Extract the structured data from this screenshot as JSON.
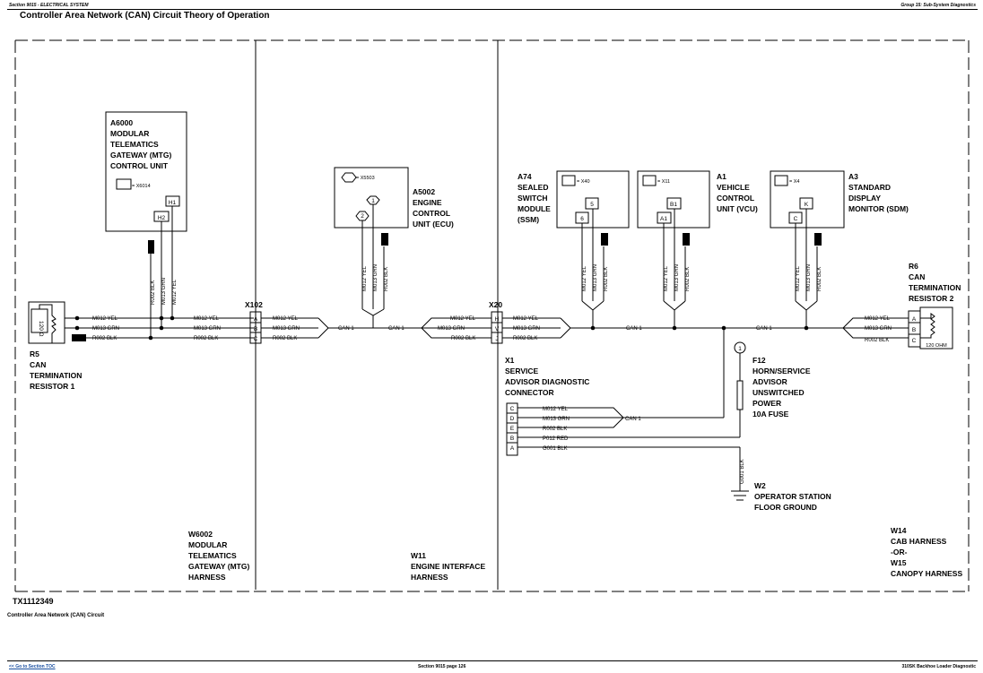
{
  "header": {
    "left": "Section 9015 - ELECTRICAL SYSTEM",
    "right": "Group 15: Sub-System Diagnostics"
  },
  "title": "Controller Area Network (CAN) Circuit Theory of Operation",
  "figure_id": "TX1112349",
  "caption": "Controller Area Network (CAN) Circuit",
  "footer": {
    "left": "<< Go to Section TOC",
    "center": "Section 9015 page 126",
    "right": "310SK Backhoe Loader Diagnostic"
  },
  "wire_names": {
    "yel": "M012 YEL",
    "grn": "M013 GRN",
    "blk": "R002 BLK",
    "red": "P012 RED",
    "gnd": "G001 BLK",
    "can1": "CAN 1"
  },
  "components": {
    "mtg": {
      "lines": [
        "A6000",
        "MODULAR",
        "TELEMATICS",
        "GATEWAY (MTG)",
        "CONTROL UNIT"
      ],
      "connector": "= X6014",
      "pin1": "H1",
      "pin2": "H2"
    },
    "ecu": {
      "lines": [
        "A5002",
        "ENGINE",
        "CONTROL",
        "UNIT (ECU)"
      ],
      "connector": "= X5503",
      "pin1": "1",
      "pin2": "2"
    },
    "ssm": {
      "lines": [
        "A74",
        "SEALED",
        "SWITCH",
        "MODULE",
        "(SSM)"
      ],
      "connector": "= X40",
      "pin1": "5",
      "pin2": "6"
    },
    "vcu": {
      "lines": [
        "A1",
        "VEHICLE",
        "CONTROL",
        "UNIT (VCU)"
      ],
      "connector": "= X11",
      "pin1": "B1",
      "pin2": "A1"
    },
    "sdm": {
      "lines": [
        "A3",
        "STANDARD",
        "DISPLAY",
        "MONITOR (SDM)"
      ],
      "connector": "= X4",
      "pin1": "K",
      "pin2": "C"
    },
    "r5": {
      "lines": [
        "R5",
        "CAN",
        "TERMINATION",
        "RESISTOR 1"
      ],
      "value": "120 Ω"
    },
    "r6": {
      "lines": [
        "R6",
        "CAN",
        "TERMINATION",
        "RESISTOR 2"
      ],
      "value": "120 OHM",
      "pins": [
        "A",
        "B",
        "C"
      ]
    },
    "x1": {
      "lines": [
        "X1",
        "SERVICE",
        "ADVISOR DIAGNOSTIC",
        "CONNECTOR"
      ],
      "pins": [
        "C",
        "D",
        "E",
        "B",
        "A"
      ]
    },
    "f12": {
      "lines": [
        "F12",
        "HORN/SERVICE",
        "ADVISOR",
        "UNSWITCHED",
        "POWER",
        "10A FUSE"
      ],
      "node": "1"
    },
    "w2": {
      "lines": [
        "W2",
        "OPERATOR STATION",
        "FLOOR GROUND"
      ]
    }
  },
  "connectors": {
    "x102": {
      "name": "X102",
      "pins": [
        "A",
        "B",
        "C"
      ]
    },
    "x20": {
      "name": "X20",
      "pins": [
        "H",
        "V",
        "J"
      ]
    }
  },
  "harnesses": {
    "w6002": [
      "W6002",
      "MODULAR",
      "TELEMATICS",
      "GATEWAY (MTG)",
      "HARNESS"
    ],
    "w11": [
      "W11",
      "ENGINE INTERFACE",
      "HARNESS"
    ],
    "w14": [
      "W14",
      "CAB HARNESS",
      "-OR-",
      "W15",
      "CANOPY HARNESS"
    ]
  }
}
